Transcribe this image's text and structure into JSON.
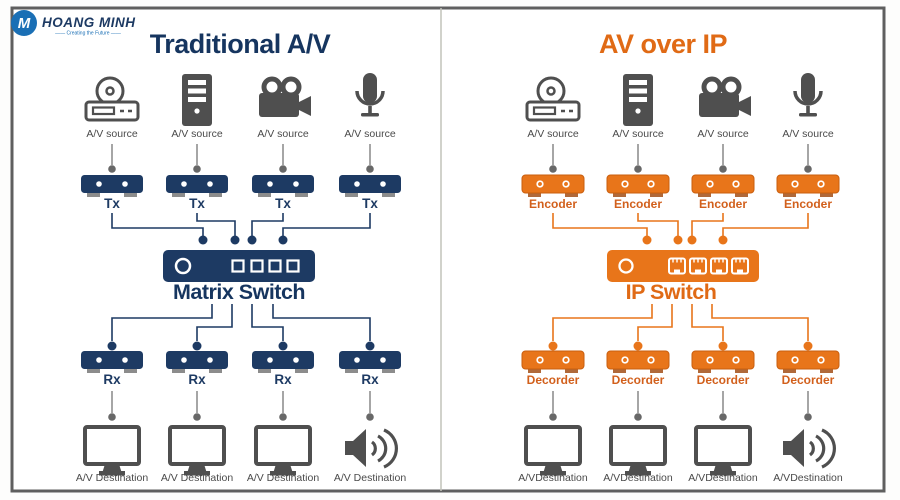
{
  "logo": {
    "brand": "HOANG MINH",
    "tagline": "—— Creating the Future ——",
    "monogram": "M"
  },
  "colors": {
    "navy": "#1d3a63",
    "orange": "#e8751a",
    "title_navy": "#16355f",
    "title_orange": "#e06a15",
    "label_orange": "#d2601c",
    "icon_gray": "#4f4f4f",
    "wire_gray": "#8f8f8f",
    "divider": "#c2c4ba",
    "frame": "#5f5f5f",
    "logo_blue": "#1a6fb5"
  },
  "left": {
    "title": "Traditional A/V",
    "sources": [
      {
        "icon": "disc-player-icon",
        "label": "A/V source"
      },
      {
        "icon": "computer-tower-icon",
        "label": "A/V source"
      },
      {
        "icon": "video-camera-icon",
        "label": "A/V source"
      },
      {
        "icon": "microphone-icon",
        "label": "A/V source"
      }
    ],
    "transmitters": [
      "Tx",
      "Tx",
      "Tx",
      "Tx"
    ],
    "switch_label": "Matrix Switch",
    "receivers": [
      "Rx",
      "Rx",
      "Rx",
      "Rx"
    ],
    "destinations": [
      {
        "icon": "monitor-icon",
        "label": "A/V Destination"
      },
      {
        "icon": "monitor-icon",
        "label": "A/V Destination"
      },
      {
        "icon": "monitor-icon",
        "label": "A/V Destination"
      },
      {
        "icon": "speaker-icon",
        "label": "A/V Destination"
      }
    ]
  },
  "right": {
    "title": "AV over IP",
    "sources": [
      {
        "icon": "disc-player-icon",
        "label": "A/V source"
      },
      {
        "icon": "computer-tower-icon",
        "label": "A/V source"
      },
      {
        "icon": "video-camera-icon",
        "label": "A/V source"
      },
      {
        "icon": "microphone-icon",
        "label": "A/V source"
      }
    ],
    "encoders": [
      "Encoder",
      "Encoder",
      "Encoder",
      "Encoder"
    ],
    "switch_label": "IP Switch",
    "decoders": [
      "Decorder",
      "Decorder",
      "Decorder",
      "Decorder"
    ],
    "destinations": [
      {
        "icon": "monitor-icon",
        "label": "A/VDestination"
      },
      {
        "icon": "monitor-icon",
        "label": "A/VDestination"
      },
      {
        "icon": "monitor-icon",
        "label": "A/VDestination"
      },
      {
        "icon": "speaker-icon",
        "label": "A/VDestination"
      }
    ]
  }
}
